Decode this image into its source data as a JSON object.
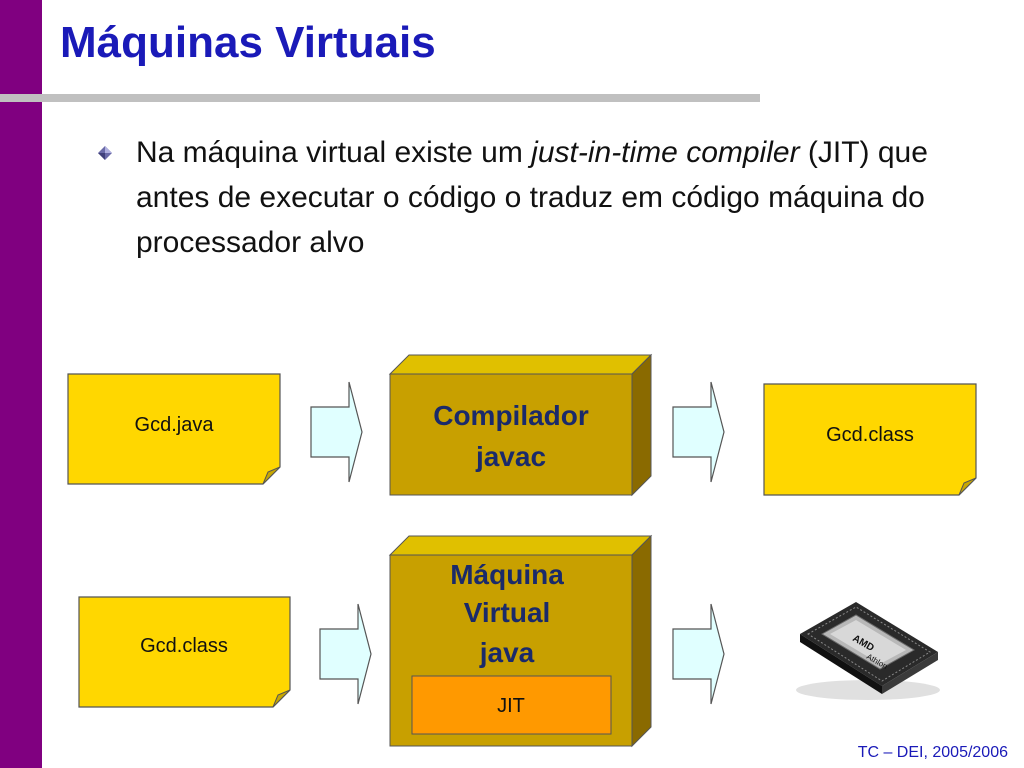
{
  "slide": {
    "title": "Máquinas Virtuais",
    "bullet": {
      "part1": "Na máquina virtual existe um ",
      "italic": "just-in-time compiler",
      "part2": " (JIT) que antes de executar o código o traduz em código máquina do processador alvo"
    },
    "footer": "TC – DEI, 2005/2006"
  },
  "diagram": {
    "row1": {
      "input_file": "Gcd.java",
      "process_line1": "Compilador",
      "process_line2": "javac",
      "output_file": "Gcd.class"
    },
    "row2": {
      "input_file": "Gcd.class",
      "process_line1": "Máquina",
      "process_line2": "Virtual",
      "process_line3": "java",
      "inner_box": "JIT",
      "output_icon": "cpu-chip-icon",
      "chip_text_1": "AMD",
      "chip_text_2": "Athlon"
    }
  },
  "colors": {
    "left_bar": "#800080",
    "title": "#1a1ab8",
    "file_note": "#ffd700",
    "process_box": "#c8a000",
    "jit_box": "#ff9900",
    "arrow": "#e0ffff"
  }
}
